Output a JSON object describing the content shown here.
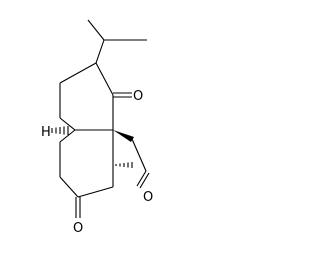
{
  "molecule": {
    "atom_labels": {
      "ketone_top_oxygen": "O",
      "aldehyde_oxygen": "O",
      "ketone_bottom_oxygen": "O",
      "ring_fusion_hydrogen": "H"
    },
    "colors": {
      "bond": "#000000",
      "background": "#ffffff"
    }
  }
}
